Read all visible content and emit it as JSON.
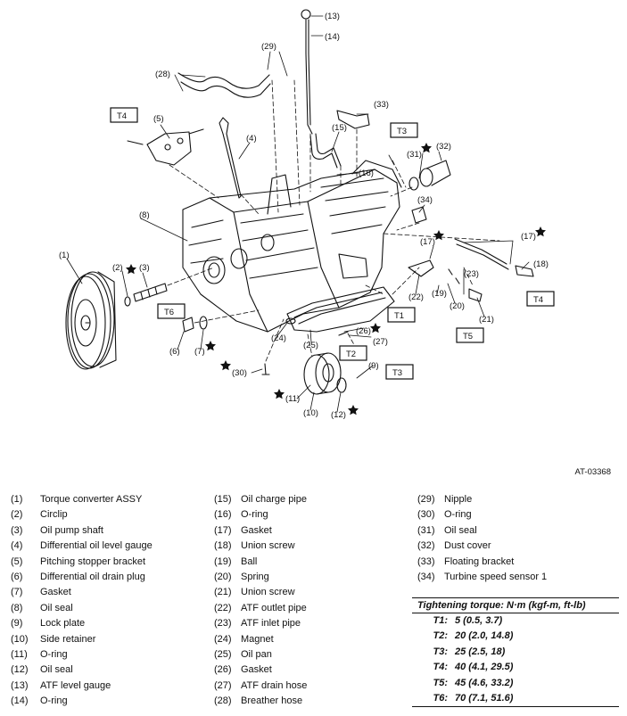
{
  "figure_id": "AT-03368",
  "callouts": {
    "c1": "(1)",
    "c2": "(2)",
    "c3": "(3)",
    "c4": "(4)",
    "c5": "(5)",
    "c6": "(6)",
    "c7": "(7)",
    "c8": "(8)",
    "c9": "(9)",
    "c10": "(10)",
    "c11": "(11)",
    "c12": "(12)",
    "c13": "(13)",
    "c14": "(14)",
    "c15": "(15)",
    "c16": "(16)",
    "c17a": "(17)",
    "c17b": "(17)",
    "c18": "(18)",
    "c19": "(19)",
    "c20": "(20)",
    "c21": "(21)",
    "c22": "(22)",
    "c23": "(23)",
    "c24": "(24)",
    "c25": "(25)",
    "c26": "(26)",
    "c27": "(27)",
    "c28": "(28)",
    "c29": "(29)",
    "c30": "(30)",
    "c31": "(31)",
    "c32": "(32)",
    "c33": "(33)",
    "c34": "(34)"
  },
  "torque_tags": {
    "t1": "T1",
    "t2": "T2",
    "t3a": "T3",
    "t3b": "T3",
    "t4a": "T4",
    "t4b": "T4",
    "t5": "T5",
    "t6": "T6"
  },
  "legend": {
    "col1": [
      {
        "num": "(1)",
        "label": "Torque converter ASSY"
      },
      {
        "num": "(2)",
        "label": "Circlip"
      },
      {
        "num": "(3)",
        "label": "Oil pump shaft"
      },
      {
        "num": "(4)",
        "label": "Differential oil level gauge"
      },
      {
        "num": "(5)",
        "label": "Pitching stopper bracket"
      },
      {
        "num": "(6)",
        "label": "Differential oil drain plug"
      },
      {
        "num": "(7)",
        "label": "Gasket"
      },
      {
        "num": "(8)",
        "label": "Oil seal"
      },
      {
        "num": "(9)",
        "label": "Lock plate"
      },
      {
        "num": "(10)",
        "label": "Side retainer"
      },
      {
        "num": "(11)",
        "label": "O-ring"
      },
      {
        "num": "(12)",
        "label": "Oil seal"
      },
      {
        "num": "(13)",
        "label": "ATF level gauge"
      },
      {
        "num": "(14)",
        "label": "O-ring"
      }
    ],
    "col2": [
      {
        "num": "(15)",
        "label": "Oil charge pipe"
      },
      {
        "num": "(16)",
        "label": "O-ring"
      },
      {
        "num": "(17)",
        "label": "Gasket"
      },
      {
        "num": "(18)",
        "label": "Union screw"
      },
      {
        "num": "(19)",
        "label": "Ball"
      },
      {
        "num": "(20)",
        "label": "Spring"
      },
      {
        "num": "(21)",
        "label": "Union screw"
      },
      {
        "num": "(22)",
        "label": "ATF outlet pipe"
      },
      {
        "num": "(23)",
        "label": "ATF inlet pipe"
      },
      {
        "num": "(24)",
        "label": "Magnet"
      },
      {
        "num": "(25)",
        "label": "Oil pan"
      },
      {
        "num": "(26)",
        "label": "Gasket"
      },
      {
        "num": "(27)",
        "label": "ATF drain hose"
      },
      {
        "num": "(28)",
        "label": "Breather hose"
      }
    ],
    "col3": [
      {
        "num": "(29)",
        "label": "Nipple"
      },
      {
        "num": "(30)",
        "label": "O-ring"
      },
      {
        "num": "(31)",
        "label": "Oil seal"
      },
      {
        "num": "(32)",
        "label": "Dust cover"
      },
      {
        "num": "(33)",
        "label": "Floating bracket"
      },
      {
        "num": "(34)",
        "label": "Turbine speed sensor 1"
      }
    ]
  },
  "torque_table": {
    "heading": "Tightening torque: N·m (kgf-m, ft-lb)",
    "rows": [
      {
        "key": "T1:",
        "value": "5 (0.5, 3.7)"
      },
      {
        "key": "T2:",
        "value": "20 (2.0, 14.8)"
      },
      {
        "key": "T3:",
        "value": "25 (2.5, 18)"
      },
      {
        "key": "T4:",
        "value": "40 (4.1, 29.5)"
      },
      {
        "key": "T5:",
        "value": "45 (4.6, 33.2)"
      },
      {
        "key": "T6:",
        "value": "70 (7.1, 51.6)"
      }
    ]
  }
}
